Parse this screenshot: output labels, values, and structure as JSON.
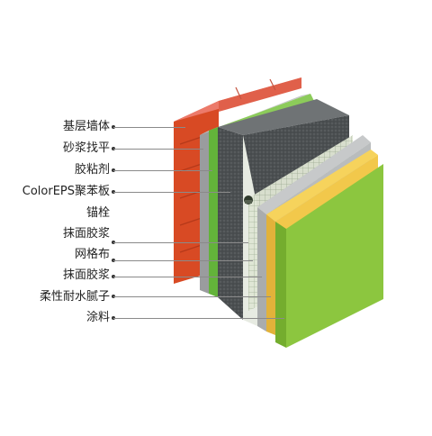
{
  "labels": [
    "基层墙体",
    "砂浆找平",
    "胶粘剂",
    "ColorEPS聚苯板",
    "锚栓",
    "抹面胶浆",
    "网格布",
    "抹面胶浆",
    "柔性耐水腻子",
    "涂料"
  ],
  "colors": {
    "brick": "#e0502a",
    "brick_top": "#ec7a6a",
    "mortar_gray": "#9a9c9e",
    "adhesive_green": "#6cbf3c",
    "eps_dark": "#4f5355",
    "mesh": "#c9d3bf",
    "render_gray": "#b9bcbd",
    "putty_yellow": "#f2c84b",
    "paint_green": "#8cc63f"
  }
}
